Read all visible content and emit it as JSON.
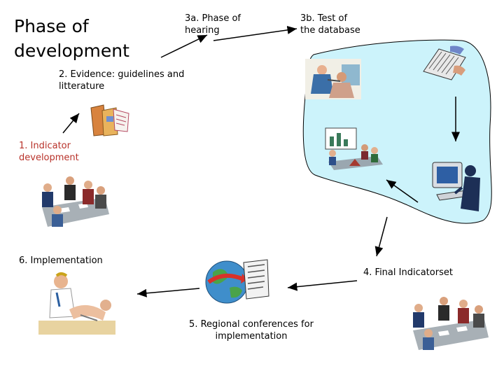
{
  "title": "Phase of\ndevelopment",
  "labels": {
    "hearing": "3a. Phase of\nhearing",
    "test_db": "3b. Test of\nthe database",
    "evidence": "2. Evidence: guidelines and\nlitterature",
    "indicator_dev": "1. Indicator\ndevelopment",
    "implementation": "6. Implementation",
    "final_set": "4. Final Indicatorset",
    "regional": "5. Regional conferences for\nimplementation"
  },
  "colors": {
    "database_blob": "#ccf3fb",
    "indicator_label": "#b8322a",
    "arrow": "#000000"
  },
  "icons": [
    "doctor-patient-icon",
    "keyboard-icon",
    "meeting-icon",
    "computer-user-icon",
    "books-icon",
    "team-meeting-icon",
    "globe-document-icon",
    "nurse-patient-icon",
    "conference-table-icon"
  ]
}
